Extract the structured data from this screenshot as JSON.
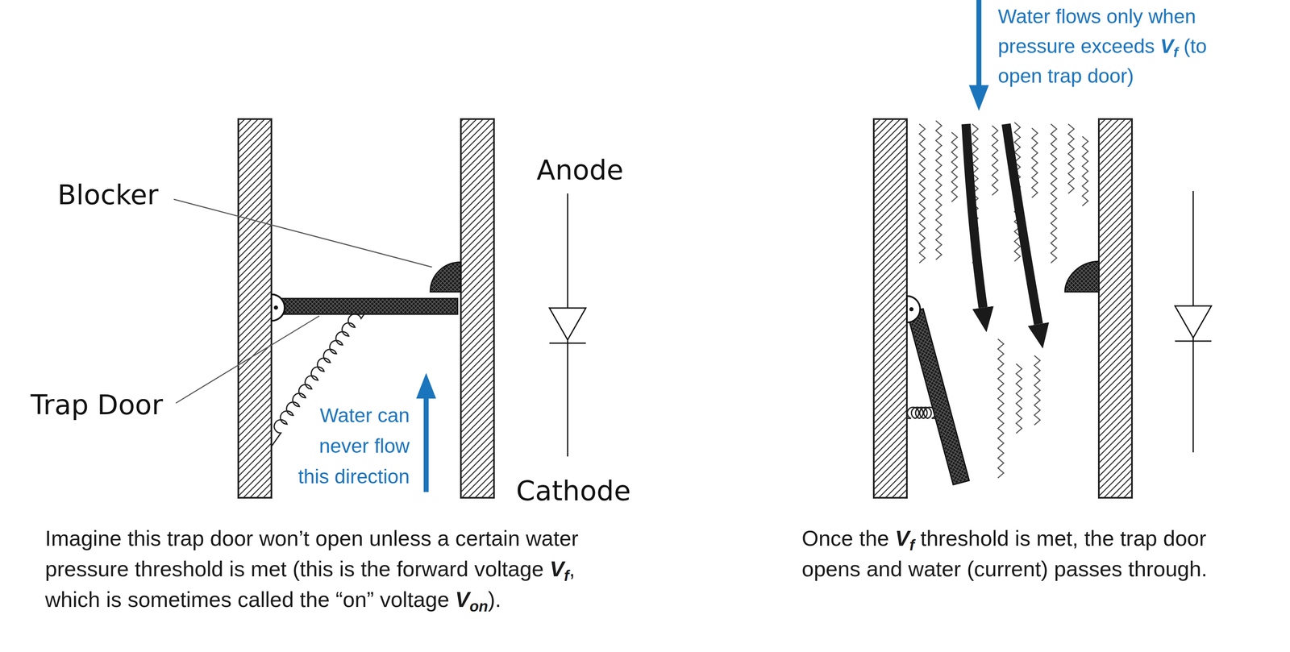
{
  "diagram": {
    "labels": [
      "Blocker",
      "Trap Door",
      "Anode",
      "Cathode",
      "Water can never flow this direction",
      "Imagine this trap door won’t open unless a certain water pressure threshold is met (this is the forward voltage Vf, which is sometimes called the “on” voltage Von).",
      "Water flows only when pressure exceeds Vf (to open trap door)",
      "Once the Vf threshold is met, the trap door opens and water (current) passes through."
    ]
  }
}
